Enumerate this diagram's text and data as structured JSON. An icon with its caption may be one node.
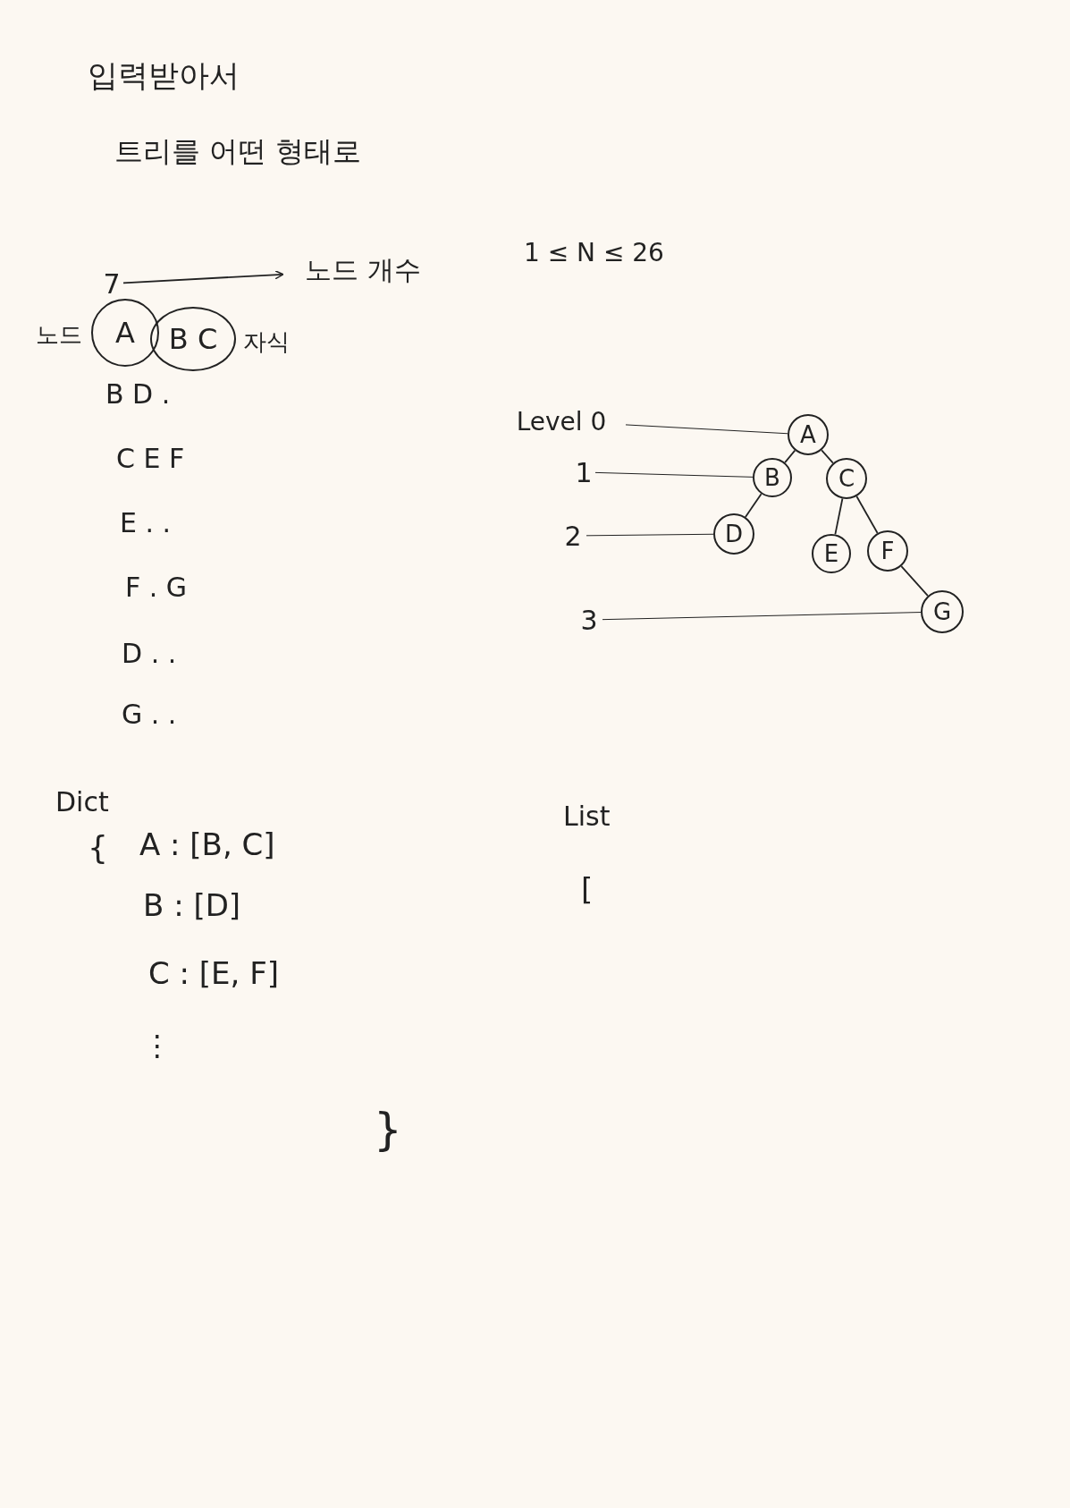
{
  "diagram": {
    "nodes": [
      {
        "text": [
          "7"
        ]
      },
      {
        "text": [
          "노드 개수"
        ]
      },
      {
        "text": [
          "A"
        ]
      },
      {
        "text": [
          "B C"
        ]
      },
      {
        "text": [
          "Level 0"
        ]
      },
      {
        "text": [
          "1"
        ]
      },
      {
        "text": [
          "2"
        ]
      },
      {
        "text": [
          "3"
        ]
      },
      {
        "text": [
          "A"
        ]
      },
      {
        "text": [
          "B"
        ]
      },
      {
        "text": [
          "C"
        ]
      },
      {
        "text": [
          "D"
        ]
      },
      {
        "text": [
          "E"
        ]
      },
      {
        "text": [
          "F"
        ]
      },
      {
        "text": [
          "G"
        ]
      }
    ],
    "edges": [
      {
        "from": 0,
        "to": 1,
        "arrow": "to"
      },
      {
        "from": 4,
        "to": 8,
        "arrow": "none"
      },
      {
        "from": 5,
        "to": 9,
        "arrow": "none"
      },
      {
        "from": 6,
        "to": 11,
        "arrow": "none"
      },
      {
        "from": 7,
        "to": 14,
        "arrow": "none"
      },
      {
        "from": 8,
        "to": 9,
        "arrow": "none"
      },
      {
        "from": 8,
        "to": 10,
        "arrow": "none"
      },
      {
        "from": 9,
        "to": 11,
        "arrow": "none"
      },
      {
        "from": 10,
        "to": 12,
        "arrow": "none"
      },
      {
        "from": 10,
        "to": 13,
        "arrow": "none"
      },
      {
        "from": 13,
        "to": 14,
        "arrow": "none"
      }
    ],
    "labels": [
      "입력받아서",
      "트리를 어떤 형태로",
      "1 ≤ N ≤ 26",
      "노드",
      "자식",
      "B D .",
      "C E F",
      "E . .",
      "F . G",
      "D . .",
      "G . .",
      "Dict",
      "{",
      "A : [B, C]",
      "B : [D]",
      "C : [E, F]",
      "⋮",
      "}",
      "List",
      "["
    ]
  }
}
